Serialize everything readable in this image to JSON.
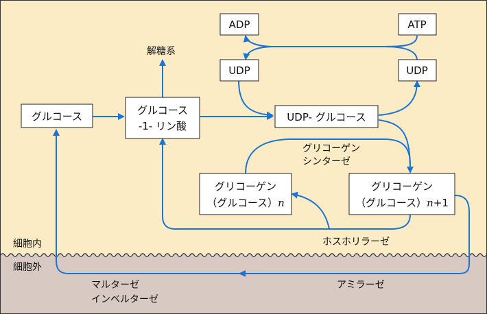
{
  "colors": {
    "cell_interior": "#fbecc6",
    "cell_exterior": "#d8c9c3",
    "arrow": "#1a73d9",
    "border": "#333333",
    "box_stroke": "#222222"
  },
  "nodes": {
    "glucose": "グルコース",
    "glucose_1_phosphate_line1": "グルコース",
    "glucose_1_phosphate_line2": "-1- リン酸",
    "udp_glucose": "UDP- グルコース",
    "adp": "ADP",
    "atp": "ATP",
    "udp_left": "UDP",
    "udp_right": "UDP",
    "glycogen_n_line1": "グリコーゲン",
    "glycogen_n_line2_pre": "（グルコース）",
    "glycogen_n_line2_var": "n",
    "glycogen_n1_line1": "グリコーゲン",
    "glycogen_n1_line2_pre": "（グルコース）",
    "glycogen_n1_line2_var": "n",
    "glycogen_n1_line2_post": "+1"
  },
  "labels": {
    "glycolysis": "解糖系",
    "glycogen_synthase_line1": "グリコーゲン",
    "glycogen_synthase_line2": "シンターゼ",
    "phosphorylase": "ホスホリラーゼ",
    "amylase": "アミラーゼ",
    "maltase": "マルターゼ",
    "invertase": "インベルターゼ",
    "intracellular": "細胞内",
    "extracellular": "細胞外"
  }
}
